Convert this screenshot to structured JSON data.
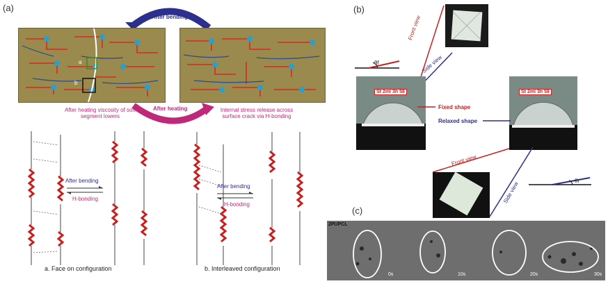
{
  "panels": {
    "a": "(a)",
    "b": "(b)",
    "c": "(c)"
  },
  "a": {
    "after_bending_top": "After bending",
    "after_heating": "After heating",
    "caption_left": "After heating viscosity of soft segment lowers",
    "caption_right": "Internal stress release across surface crack via H-bonding",
    "inset_a": "a",
    "inset_b": "b",
    "left_eq_top": "After bending",
    "left_eq_bottom": "H-bonding",
    "right_eq_top": "After bending",
    "right_eq_bottom": "H-bonding",
    "config_a": "a. Face on configuration",
    "config_b": "b. Interleaved configuration"
  },
  "b": {
    "front_view_top": "Front view",
    "side_view_top": "Side view",
    "fixed_shape": "Fixed shape",
    "relaxed_shape": "Relaxed shape",
    "front_view_bottom": "Front view",
    "side_view_bottom": "Side view",
    "theta_f": "θf",
    "theta_r": "θr",
    "label_left": "St 2ml 3h 58",
    "label_right": "St 2ml 3h 58"
  },
  "c": {
    "sample": "2PUPCL",
    "times": [
      "0s",
      "10s",
      "20s",
      "30s"
    ]
  },
  "colors": {
    "magenta": "#c0297a",
    "navy": "#2c2f8c",
    "red": "#c8201e",
    "olive": "#9b8a4e"
  }
}
